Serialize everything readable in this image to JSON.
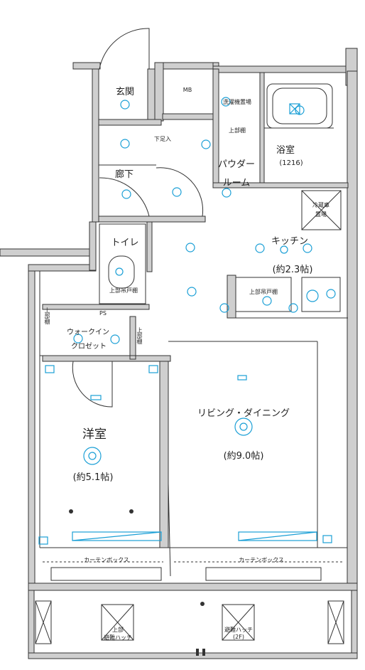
{
  "rooms": {
    "entrance": "玄関",
    "mb": "MB",
    "shoe": "下足入",
    "corridor": "廊下",
    "washer": "洗濯機置場",
    "washer_note": "上部棚",
    "powder_line1": "パウダー",
    "powder_line2": "ルーム",
    "bath_name": "浴室",
    "bath_size": "(1216)",
    "kitchen_name": "キッチン",
    "kitchen_size": "(約2.3帖)",
    "fridge_line1": "冷蔵庫",
    "fridge_line2": "置場",
    "toilet": "トイレ",
    "toilet_shelf": "上部吊戸棚",
    "counter": "上部吊戸棚",
    "ps": "PS",
    "wic_line1": "ウォークイン",
    "wic_line2": "クロゼット",
    "upper_shelf_left": "上部棚",
    "upper_shelf_mid": "上部棚",
    "western_name": "洋室",
    "western_size": "(約5.1帖)",
    "living_name": "リビング・ダイニング",
    "living_size": "(約9.0帖)",
    "curtain_left": "カーテンボックス",
    "curtain_right": "カーテンボックス",
    "balcony_left_line1": "上部",
    "balcony_left_line2": "避難ハッチ",
    "balcony_right_line1": "避難ハッチ",
    "balcony_right_line2": "(2F)"
  },
  "colors": {
    "wall": "#cfcfcf",
    "line": "#333333",
    "fixture": "#1a9fd6"
  }
}
